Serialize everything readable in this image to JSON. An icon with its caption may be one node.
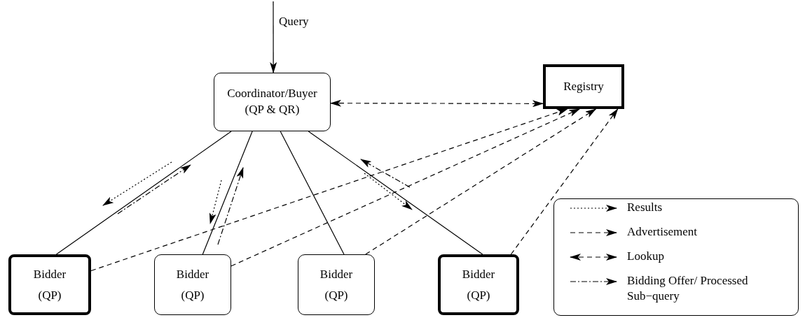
{
  "diagram": {
    "nodes": [
      {
        "text": [
          "Coordinator/Buyer (QP & QR)"
        ]
      },
      {
        "text": [
          "Registry"
        ]
      },
      {
        "text": [
          "Bidder (QP)"
        ]
      },
      {
        "text": [
          "Bidder (QP)"
        ]
      },
      {
        "text": [
          "Bidder (QP)"
        ]
      },
      {
        "text": [
          "Bidder (QP)"
        ]
      }
    ],
    "edges": [
      {
        "from": null,
        "to": 0,
        "arrow": "to",
        "label": "Query"
      },
      {
        "from": 0,
        "to": 1,
        "arrow": "both",
        "style": "dashed"
      },
      {
        "from": 0,
        "to": 2,
        "arrow": "none"
      },
      {
        "from": 0,
        "to": 3,
        "arrow": "none"
      },
      {
        "from": 0,
        "to": 4,
        "arrow": "none"
      },
      {
        "from": 0,
        "to": 5,
        "arrow": "none"
      },
      {
        "from": 2,
        "to": 1,
        "arrow": "to",
        "style": "dashed"
      },
      {
        "from": 3,
        "to": 1,
        "arrow": "to",
        "style": "dashed"
      },
      {
        "from": 4,
        "to": 1,
        "arrow": "to",
        "style": "dashed"
      },
      {
        "from": 5,
        "to": 1,
        "arrow": "to",
        "style": "dashed"
      }
    ],
    "legend": [
      {
        "text": "Results"
      },
      {
        "text": "Advertisement"
      },
      {
        "text": "Lookup"
      },
      {
        "text": "Bidding Offer/ Processed Sub−query"
      }
    ]
  }
}
